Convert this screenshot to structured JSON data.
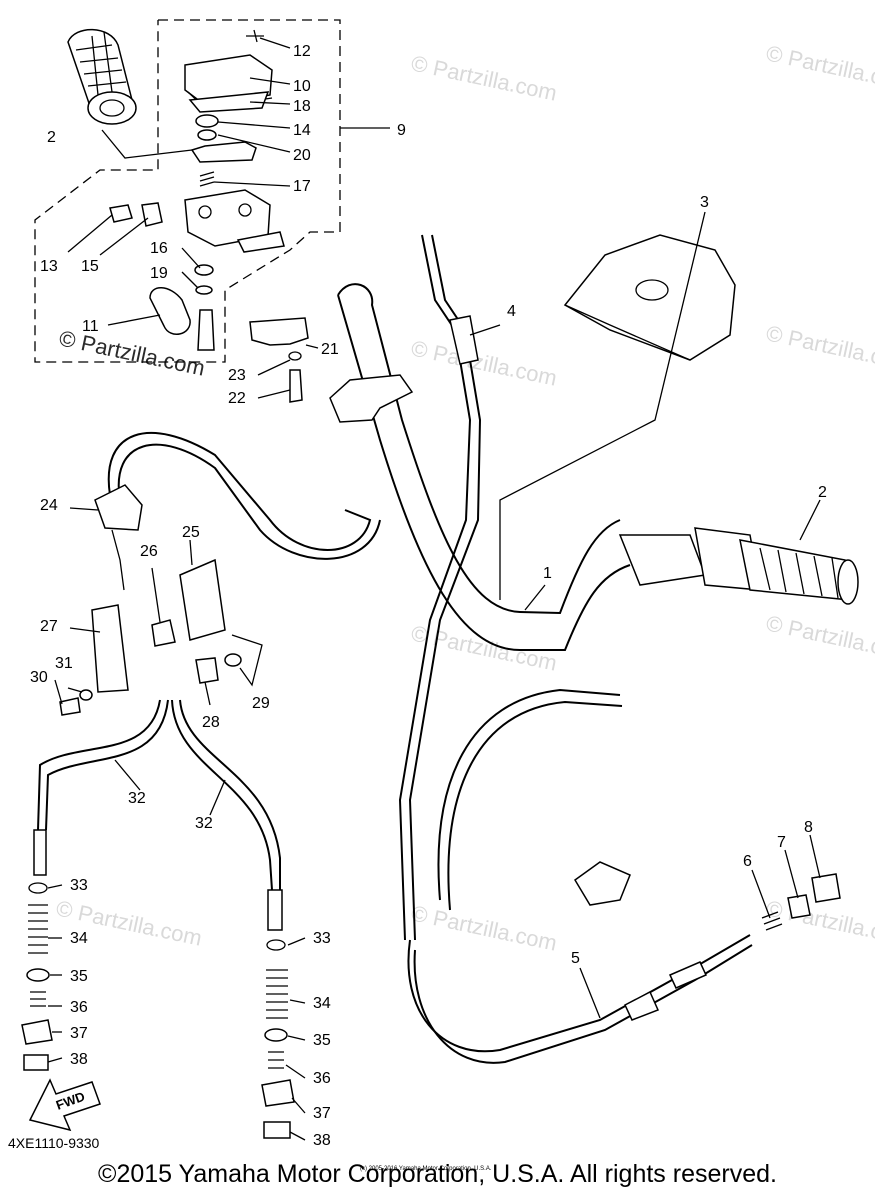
{
  "diagram_code": "4XE1110-9330",
  "fine_print": "(c) 2005-2016 Yamaha Motor Corporation, U.S.A.",
  "copyright": "©2015 Yamaha Motor Corporation, U.S.A. All rights reserved.",
  "watermark_text": "© Partzilla.com",
  "fwd_label": "FWD",
  "callouts": {
    "c1": "1",
    "c2a": "2",
    "c2b": "2",
    "c3": "3",
    "c4": "4",
    "c5": "5",
    "c6": "6",
    "c7": "7",
    "c8": "8",
    "c9": "9",
    "c10": "10",
    "c11": "11",
    "c12": "12",
    "c13": "13",
    "c14": "14",
    "c15": "15",
    "c16": "16",
    "c17": "17",
    "c18": "18",
    "c19": "19",
    "c20": "20",
    "c21": "21",
    "c22": "22",
    "c23": "23",
    "c24": "24",
    "c25": "25",
    "c26": "26",
    "c27": "27",
    "c28": "28",
    "c29": "29",
    "c30": "30",
    "c31": "31",
    "c32a": "32",
    "c32b": "32",
    "c33a": "33",
    "c33b": "33",
    "c34a": "34",
    "c34b": "34",
    "c35a": "35",
    "c35b": "35",
    "c36a": "36",
    "c36b": "36",
    "c37a": "37",
    "c37b": "37",
    "c38a": "38",
    "c38b": "38"
  },
  "colors": {
    "line": "#000000",
    "watermark": "#d9d9d9",
    "background": "#ffffff"
  }
}
